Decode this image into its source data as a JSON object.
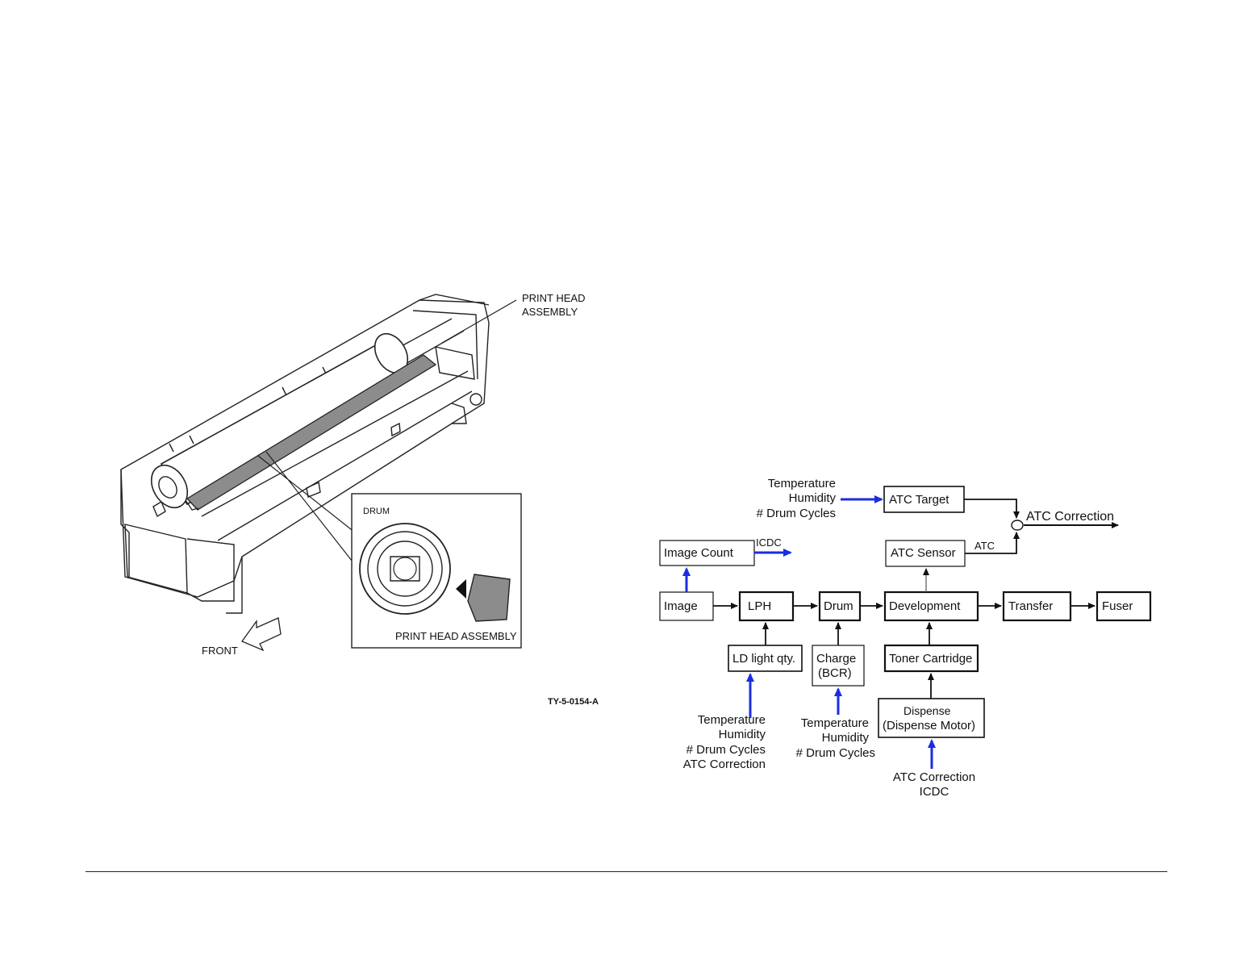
{
  "figure1": {
    "callout_print_head_line1": "PRINT HEAD",
    "callout_print_head_line2": "ASSEMBLY",
    "inset_drum_label": "DRUM",
    "inset_print_head_label": "PRINT HEAD ASSEMBLY",
    "front_label": "FRONT",
    "figure_id": "TY-5-0154-A"
  },
  "flow": {
    "boxes": {
      "atc_target": "ATC Target",
      "image_count": "Image Count",
      "atc_sensor": "ATC Sensor",
      "image": "Image",
      "lph": "LPH",
      "drum": "Drum",
      "development": "Development",
      "transfer": "Transfer",
      "fuser": "Fuser",
      "ld_light": "LD light qty.",
      "charge_line1": "Charge",
      "charge_line2": "(BCR)",
      "toner_cartridge": "Toner Cartridge",
      "dispense_line1": "Dispense",
      "dispense_line2": "(Dispense Motor)"
    },
    "labels": {
      "icdc_out": "ICDC",
      "atc": "ATC",
      "atc_correction": "ATC Correction"
    },
    "inputs": {
      "top": [
        "Temperature",
        "Humidity",
        "# Drum Cycles"
      ],
      "ld": [
        "Temperature",
        "Humidity",
        "# Drum Cycles",
        "ATC Correction"
      ],
      "charge": [
        "Temperature",
        "Humidity",
        "# Drum Cycles"
      ],
      "dispense": [
        "ATC Correction",
        "ICDC"
      ]
    },
    "colors": {
      "input_arrow": "#1a2ee0",
      "line": "#111111"
    }
  }
}
